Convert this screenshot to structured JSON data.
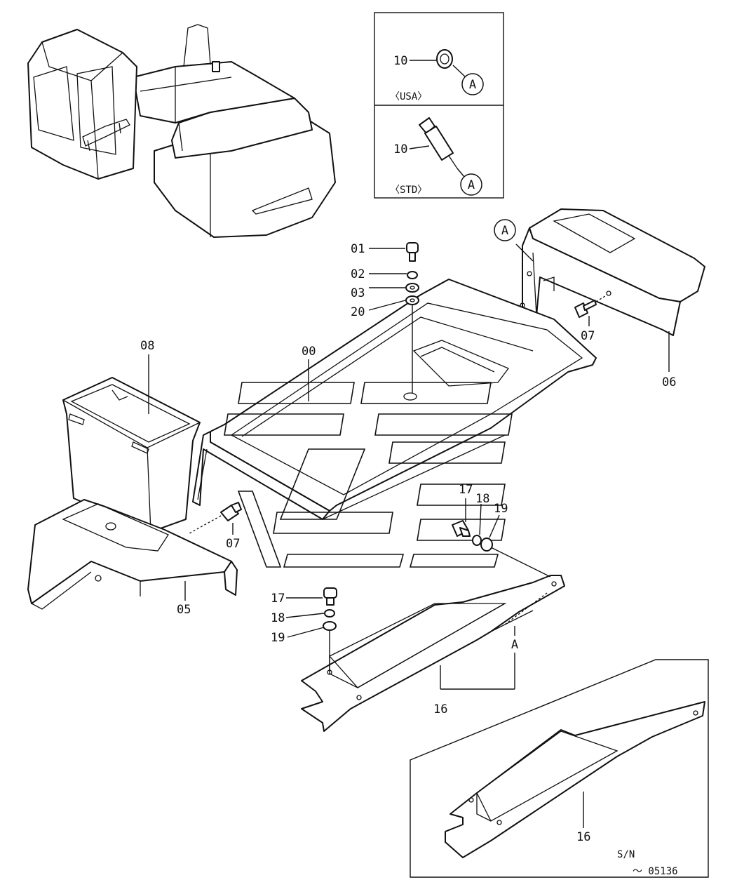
{
  "callouts": {
    "p00": "00",
    "p01": "01",
    "p02": "02",
    "p03": "03",
    "p20": "20",
    "p05": "05",
    "p06": "06",
    "p07a": "07",
    "p07b": "07",
    "p08": "08",
    "p10usa": "10",
    "p10std": "10",
    "p16a": "16",
    "p16b": "16",
    "p17a": "17",
    "p17b": "17",
    "p18a": "18",
    "p18b": "18",
    "p19a": "19",
    "p19b": "19"
  },
  "refs": {
    "a1": "A",
    "a2": "A",
    "a3": "A",
    "a4": "A"
  },
  "variants": {
    "usa": "〈USA〉",
    "std": "〈STD〉"
  },
  "serial": {
    "line1": "S/N",
    "line2": "～ 05136"
  }
}
